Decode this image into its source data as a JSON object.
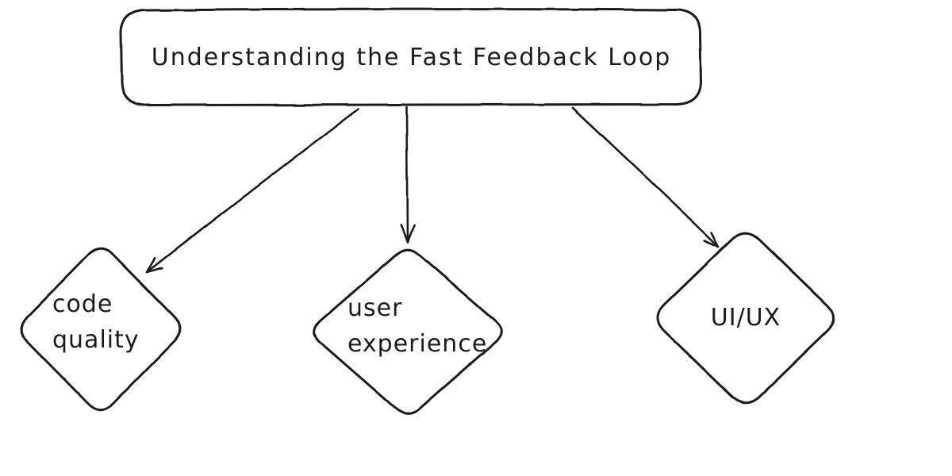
{
  "diagram": {
    "title": "Understanding the Fast Feedback Loop",
    "nodes": [
      {
        "id": "code-quality",
        "shape": "diamond",
        "label": "code\nquality"
      },
      {
        "id": "user-experience",
        "shape": "diamond",
        "label": "user\nexperience"
      },
      {
        "id": "ui-ux",
        "shape": "diamond",
        "label": "UI/UX"
      }
    ],
    "edges": [
      {
        "from": "title",
        "to": "code-quality",
        "type": "arrow"
      },
      {
        "from": "title",
        "to": "user-experience",
        "type": "arrow"
      },
      {
        "from": "title",
        "to": "ui-ux",
        "type": "arrow"
      }
    ],
    "colors": {
      "stroke": "#1b1b1b",
      "background": "#ffffff"
    }
  }
}
